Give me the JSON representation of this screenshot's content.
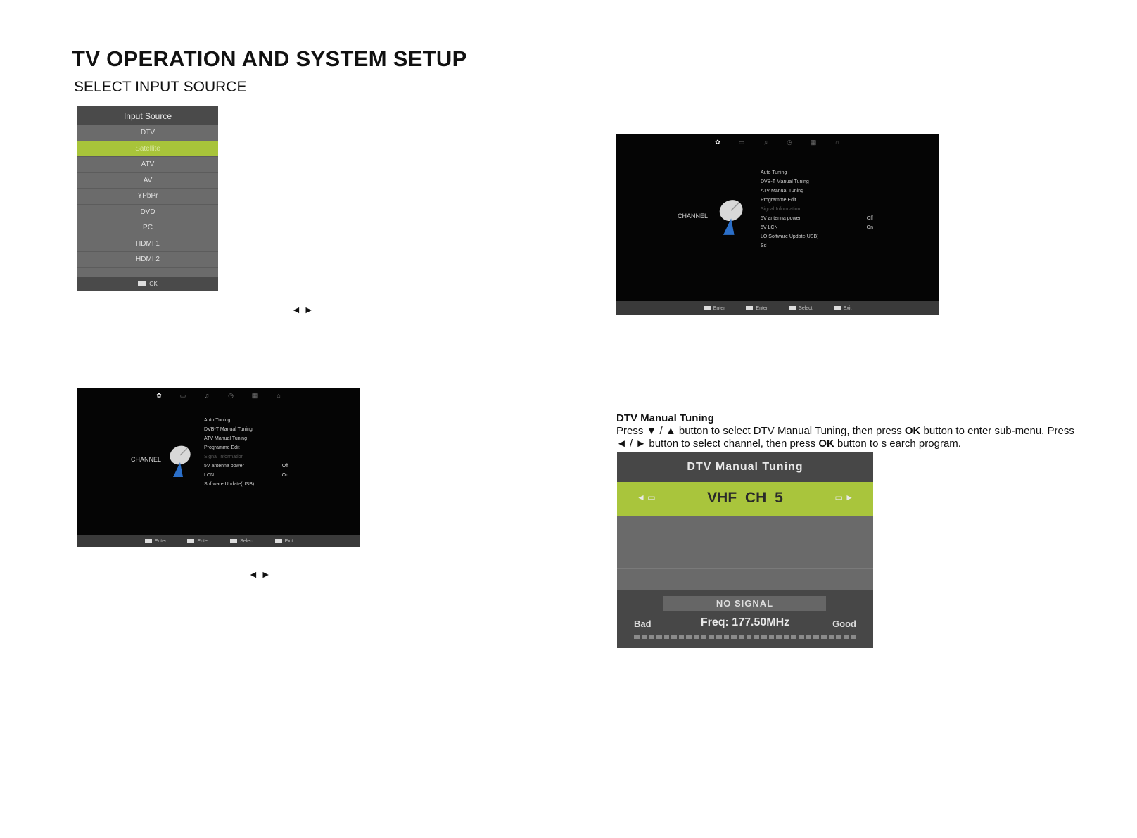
{
  "title": "TV OPERATION AND SYSTEM SETUP",
  "subtitle": "SELECT INPUT SOURCE",
  "input_source": {
    "header": "Input Source",
    "items": [
      "DTV",
      "Satellite",
      "ATV",
      "AV",
      "YPbPr",
      "DVD",
      "PC",
      "HDMI 1",
      "HDMI 2"
    ],
    "selected": "Satellite",
    "footer": "OK"
  },
  "arrows": "◄ ►",
  "channel_menu_a": {
    "label": "CHANNEL",
    "items": [
      "Auto Tuning",
      "DVB-T Manual Tuning",
      "ATV Manual Tuning",
      "Programme Edit",
      "Signal Information",
      "5V antenna power",
      "LCN",
      "Software Update(USB)"
    ],
    "values": {
      "5V antenna power": "Off",
      "LCN": "On"
    },
    "bottom": [
      "Enter",
      "Enter",
      "Select",
      "Exit"
    ]
  },
  "channel_menu_b": {
    "label": "CHANNEL",
    "items": [
      "Auto Tuning",
      "DVB-T Manual Tuning",
      "ATV Manual Tuning",
      "Programme Edit",
      "Signal Information",
      "5V antenna power",
      "5V LCN",
      "LO Software Update(USB)",
      "Sd"
    ],
    "values": {
      "5V antenna power": "Off",
      "5V LCN": "On"
    },
    "bottom": [
      "Enter",
      "Enter",
      "Select",
      "Exit"
    ]
  },
  "dtv": {
    "heading": "DTV Manual Tuning",
    "line1_a": "Press ▼ / ▲ button to select DTV Manual Tuning, then press ",
    "ok": "OK",
    "line1_b": "  button to enter sub-menu. Press",
    "line2_a": "◄ / ► button to select channel, then press ",
    "line2_b": " button to s earch program.",
    "panel": {
      "header": "DTV Manual Tuning",
      "channel": "VHF CH 5",
      "status": "NO SIGNAL",
      "bad": "Bad",
      "freq": "Freq: 177.50MHz",
      "good": "Good"
    }
  }
}
